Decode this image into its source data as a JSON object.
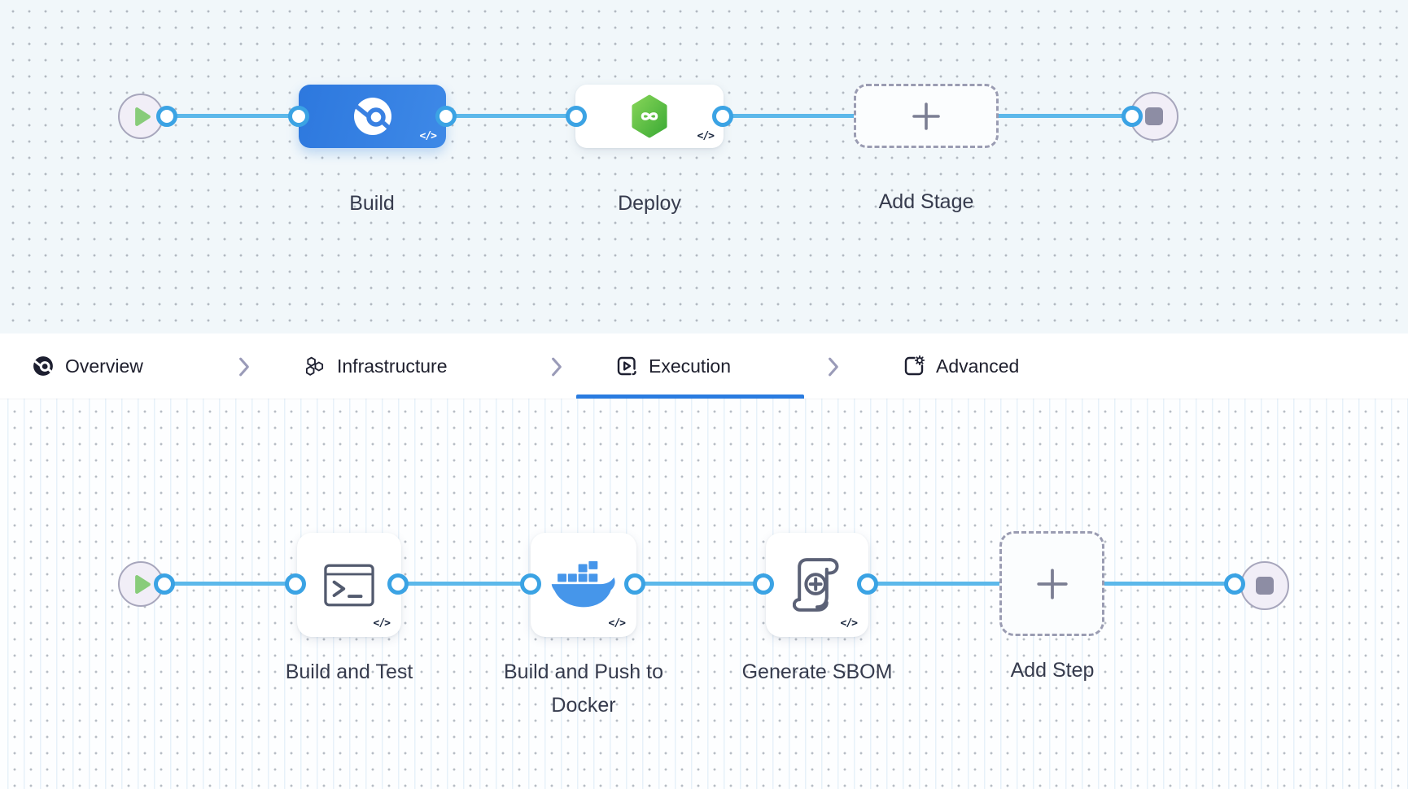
{
  "pipeline": {
    "stages": [
      {
        "label": "Build",
        "kind": "ci"
      },
      {
        "label": "Deploy",
        "kind": "cd"
      }
    ],
    "add_stage_label": "Add Stage"
  },
  "execution": {
    "steps": [
      {
        "label": "Build and Test"
      },
      {
        "label": "Build and Push to Docker"
      },
      {
        "label": "Generate SBOM"
      }
    ],
    "add_step_label": "Add Step"
  },
  "tabs": {
    "active": "Execution",
    "items": [
      {
        "label": "Overview"
      },
      {
        "label": "Infrastructure"
      },
      {
        "label": "Execution"
      },
      {
        "label": "Advanced"
      }
    ]
  },
  "badges": {
    "code_glyph": "</>"
  },
  "icons": {
    "ci_logo": "harness-ci-circle",
    "cd_logo": "harness-cd-hexagon-infinity",
    "run_step": "terminal-window",
    "docker_step": "docker-whale",
    "sbom_step": "scroll-plus",
    "start": "play-triangle",
    "end": "stop-square",
    "add": "plus"
  },
  "colors": {
    "canvas_top_bg": "#f1f7fa",
    "canvas_bottom_bg": "#fdfeff",
    "flow_line": "#5cb8ea",
    "connector_ring": "#3ba3e4",
    "stage_blue": "#2d78de",
    "cd_green": "#4bb43e",
    "docker_blue": "#4696ea",
    "play_green": "#88cc7a",
    "node_gray": "#8d8da4",
    "active_tab_underline": "#2a7ce0",
    "dashed_border": "#9a9cb2",
    "label_text": "#363b4d",
    "tab_text": "#1d1e2c"
  }
}
